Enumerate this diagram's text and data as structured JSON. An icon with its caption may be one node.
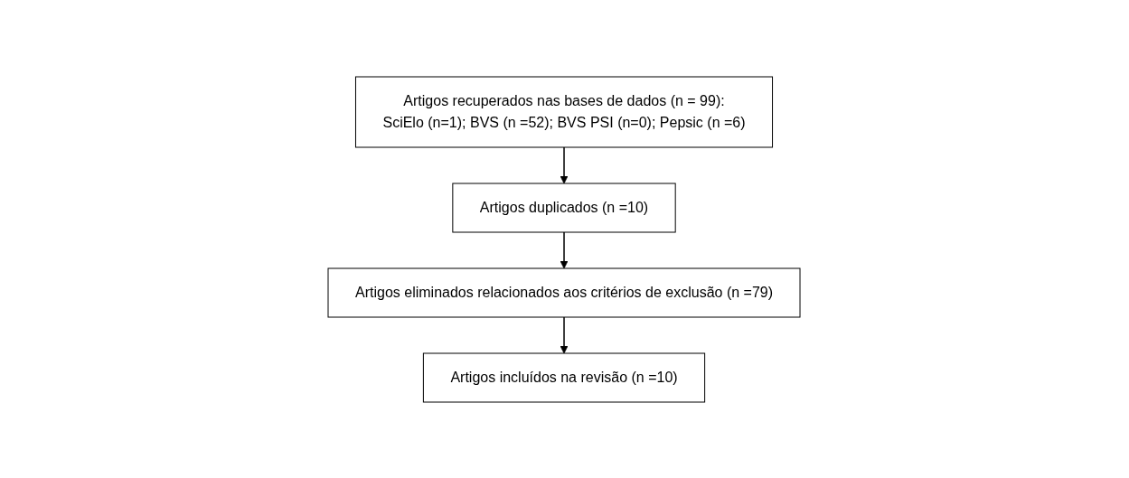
{
  "diagram": {
    "nodes": [
      {
        "text": [
          "Artigos recuperados nas bases de dados (n = 99):",
          "SciElo (n=1); BVS (n =52); BVS PSI (n=0); Pepsic (n =6)"
        ]
      },
      {
        "text": [
          "Artigos duplicados (n =10)"
        ]
      },
      {
        "text": [
          "Artigos eliminados relacionados aos critérios de exclusão (n =79)"
        ]
      },
      {
        "text": [
          "Artigos incluídos na revisão (n =10)"
        ]
      }
    ],
    "edges": [
      {
        "from": 0,
        "to": 1,
        "arrow": "to"
      },
      {
        "from": 1,
        "to": 2,
        "arrow": "to"
      },
      {
        "from": 2,
        "to": 3,
        "arrow": "to"
      }
    ]
  }
}
